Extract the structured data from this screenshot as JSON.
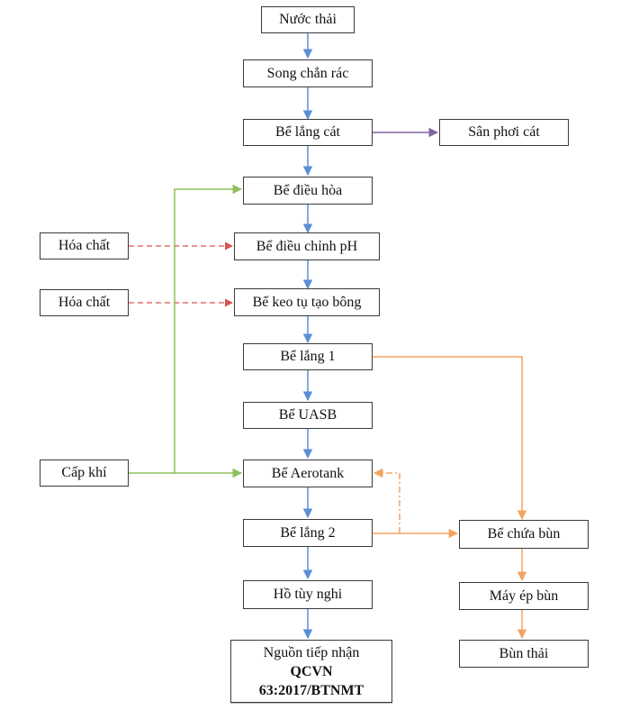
{
  "main_flow": {
    "nuoc_thai": "Nước thải",
    "song_chan_rac": "Song chắn rác",
    "be_lang_cat": "Bể lắng cát",
    "be_dieu_hoa": "Bể điều hòa",
    "be_dieu_chinh_ph": "Bể điều chỉnh pH",
    "be_keo_tu": "Bể keo tụ tạo bông",
    "be_lang_1": "Bể lắng 1",
    "be_uasb": "Bể UASB",
    "be_aerotank": "Bể Aerotank",
    "be_lang_2": "Bể lắng 2",
    "ho_tuy_nghi": "Hồ tùy nghi",
    "nguon_tiep_nhan": {
      "line1": "Nguồn tiếp nhận",
      "line2": "QCVN",
      "line3": "63:2017/BTNMT"
    }
  },
  "side_inputs": {
    "san_phoi_cat": "Sân phơi cát",
    "hoa_chat_1": "Hóa chất",
    "hoa_chat_2": "Hóa chất",
    "cap_khi": "Cấp khí"
  },
  "sludge_line": {
    "be_chua_bun": "Bể chứa bùn",
    "may_ep_bun": "Máy ép bùn",
    "bun_thai": "Bùn thải"
  },
  "colors": {
    "main_arrow": "#5b8ed6",
    "sand_arrow": "#8064a2",
    "chemical_dashed": "#d9534f",
    "air_line": "#8dc05a",
    "sludge_line": "#f4a460",
    "box_border": "#3a3a3a"
  }
}
